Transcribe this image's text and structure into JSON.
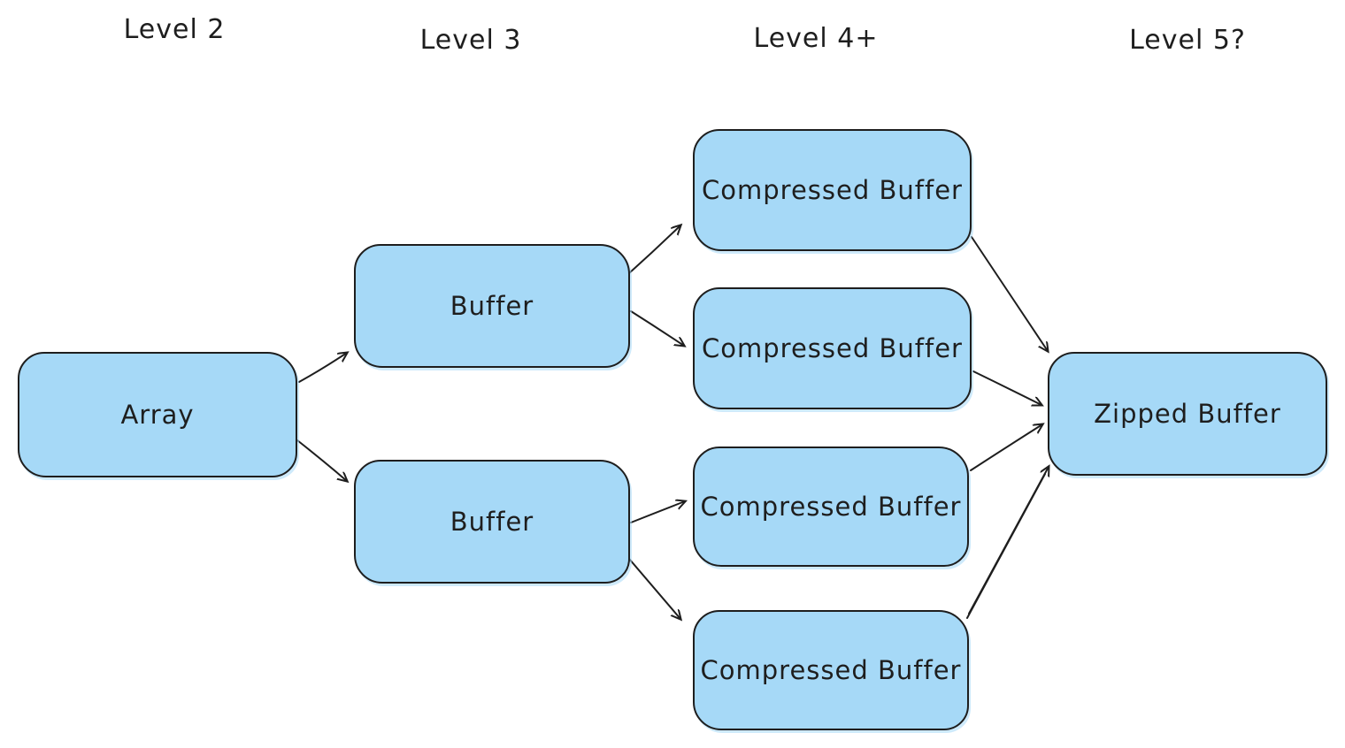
{
  "diagram": {
    "headers": [
      {
        "id": "level-2",
        "label": "Level 2"
      },
      {
        "id": "level-3",
        "label": "Level 3"
      },
      {
        "id": "level-4",
        "label": "Level 4+"
      },
      {
        "id": "level-5",
        "label": "Level 5?"
      }
    ],
    "nodes": [
      {
        "id": "array",
        "label": "Array",
        "level": "Level 2"
      },
      {
        "id": "buffer-top",
        "label": "Buffer",
        "level": "Level 3"
      },
      {
        "id": "buffer-bottom",
        "label": "Buffer",
        "level": "Level 3"
      },
      {
        "id": "compressed-buffer-1",
        "label": "Compressed Buffer",
        "level": "Level 4+"
      },
      {
        "id": "compressed-buffer-2",
        "label": "Compressed Buffer",
        "level": "Level 4+"
      },
      {
        "id": "compressed-buffer-3",
        "label": "Compressed Buffer",
        "level": "Level 4+"
      },
      {
        "id": "compressed-buffer-4",
        "label": "Compressed Buffer",
        "level": "Level 4+"
      },
      {
        "id": "zipped-buffer",
        "label": "Zipped Buffer",
        "level": "Level 5?"
      }
    ],
    "edges": [
      {
        "from": "array",
        "to": "buffer-top"
      },
      {
        "from": "array",
        "to": "buffer-bottom"
      },
      {
        "from": "buffer-top",
        "to": "compressed-buffer-1"
      },
      {
        "from": "buffer-top",
        "to": "compressed-buffer-2"
      },
      {
        "from": "buffer-bottom",
        "to": "compressed-buffer-3"
      },
      {
        "from": "buffer-bottom",
        "to": "compressed-buffer-4"
      },
      {
        "from": "compressed-buffer-1",
        "to": "zipped-buffer"
      },
      {
        "from": "compressed-buffer-2",
        "to": "zipped-buffer"
      },
      {
        "from": "compressed-buffer-3",
        "to": "zipped-buffer"
      },
      {
        "from": "compressed-buffer-4",
        "to": "zipped-buffer"
      }
    ],
    "colors": {
      "node_fill": "#a6d9f7",
      "node_stroke": "#1e1e1e",
      "background": "#ffffff"
    }
  }
}
